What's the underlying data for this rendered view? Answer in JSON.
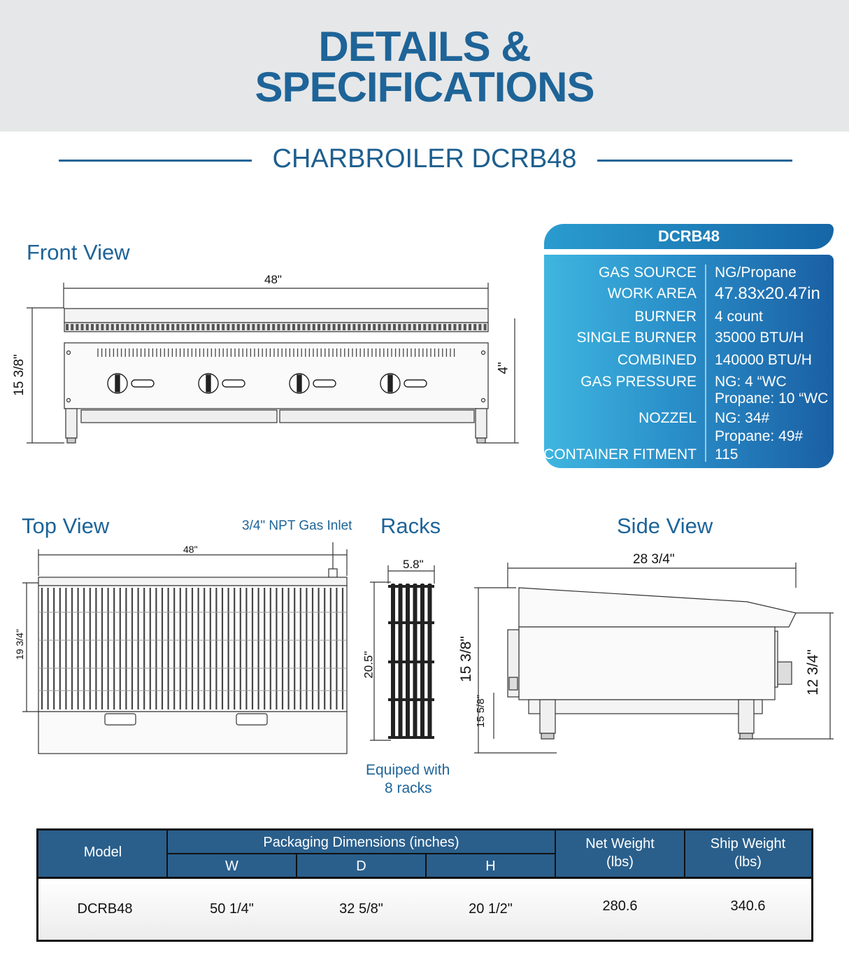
{
  "header": {
    "title_line1": "DETAILS &",
    "title_line2": "SPECIFICATIONS"
  },
  "subtitle": "CHARBROILER DCRB48",
  "front_view": {
    "label": "Front View",
    "dim_width": "48\"",
    "dim_height": "15 3/8\"",
    "dim_leg": "4\""
  },
  "top_view": {
    "label": "Top View",
    "gas_inlet": "3/4\" NPT Gas Inlet",
    "dim_width": "48\"",
    "dim_depth": "19 3/4\""
  },
  "racks": {
    "label": "Racks",
    "dim_width": "5.8\"",
    "dim_length": "20.5\"",
    "note_line1": "Equiped with",
    "note_line2": "8 racks"
  },
  "side_view": {
    "label": "Side View",
    "dim_depth": "28 3/4\"",
    "dim_height": "15 3/8\"",
    "dim_leg": "15 5/8\"",
    "dim_front": "12 3/4\""
  },
  "spec_panel": {
    "model": "DCRB48",
    "rows": [
      {
        "key": "GAS SOURCE",
        "value": "NG/Propane",
        "value2": ""
      },
      {
        "key": "WORK AREA",
        "value": "47.83x20.47in",
        "value2": ""
      },
      {
        "key": "BURNER",
        "value": "4 count",
        "value2": ""
      },
      {
        "key": "SINGLE BURNER",
        "value": "35000 BTU/H",
        "value2": ""
      },
      {
        "key": "COMBINED",
        "value": "140000 BTU/H",
        "value2": ""
      },
      {
        "key": "GAS PRESSURE",
        "value": "NG: 4 “WC",
        "value2": "Propane: 10 “WC"
      },
      {
        "key": "NOZZEL",
        "value": "NG: 34#",
        "value2": "Propane: 49#"
      },
      {
        "key": "CONTAINER FITMENT",
        "value": "115",
        "value2": ""
      }
    ]
  },
  "packaging_table": {
    "headers": {
      "model": "Model",
      "packaging": "Packaging Dimensions (inches)",
      "w": "W",
      "d": "D",
      "h": "H",
      "net_weight_l1": "Net Weight",
      "net_weight_l2": "(lbs)",
      "ship_weight_l1": "Ship Weight",
      "ship_weight_l2": "(lbs)"
    },
    "row": {
      "model": "DCRB48",
      "w": "50 1/4\"",
      "d": "32 5/8\"",
      "h": "20 1/2\"",
      "net_weight": "280.6",
      "ship_weight": "340.6"
    }
  }
}
